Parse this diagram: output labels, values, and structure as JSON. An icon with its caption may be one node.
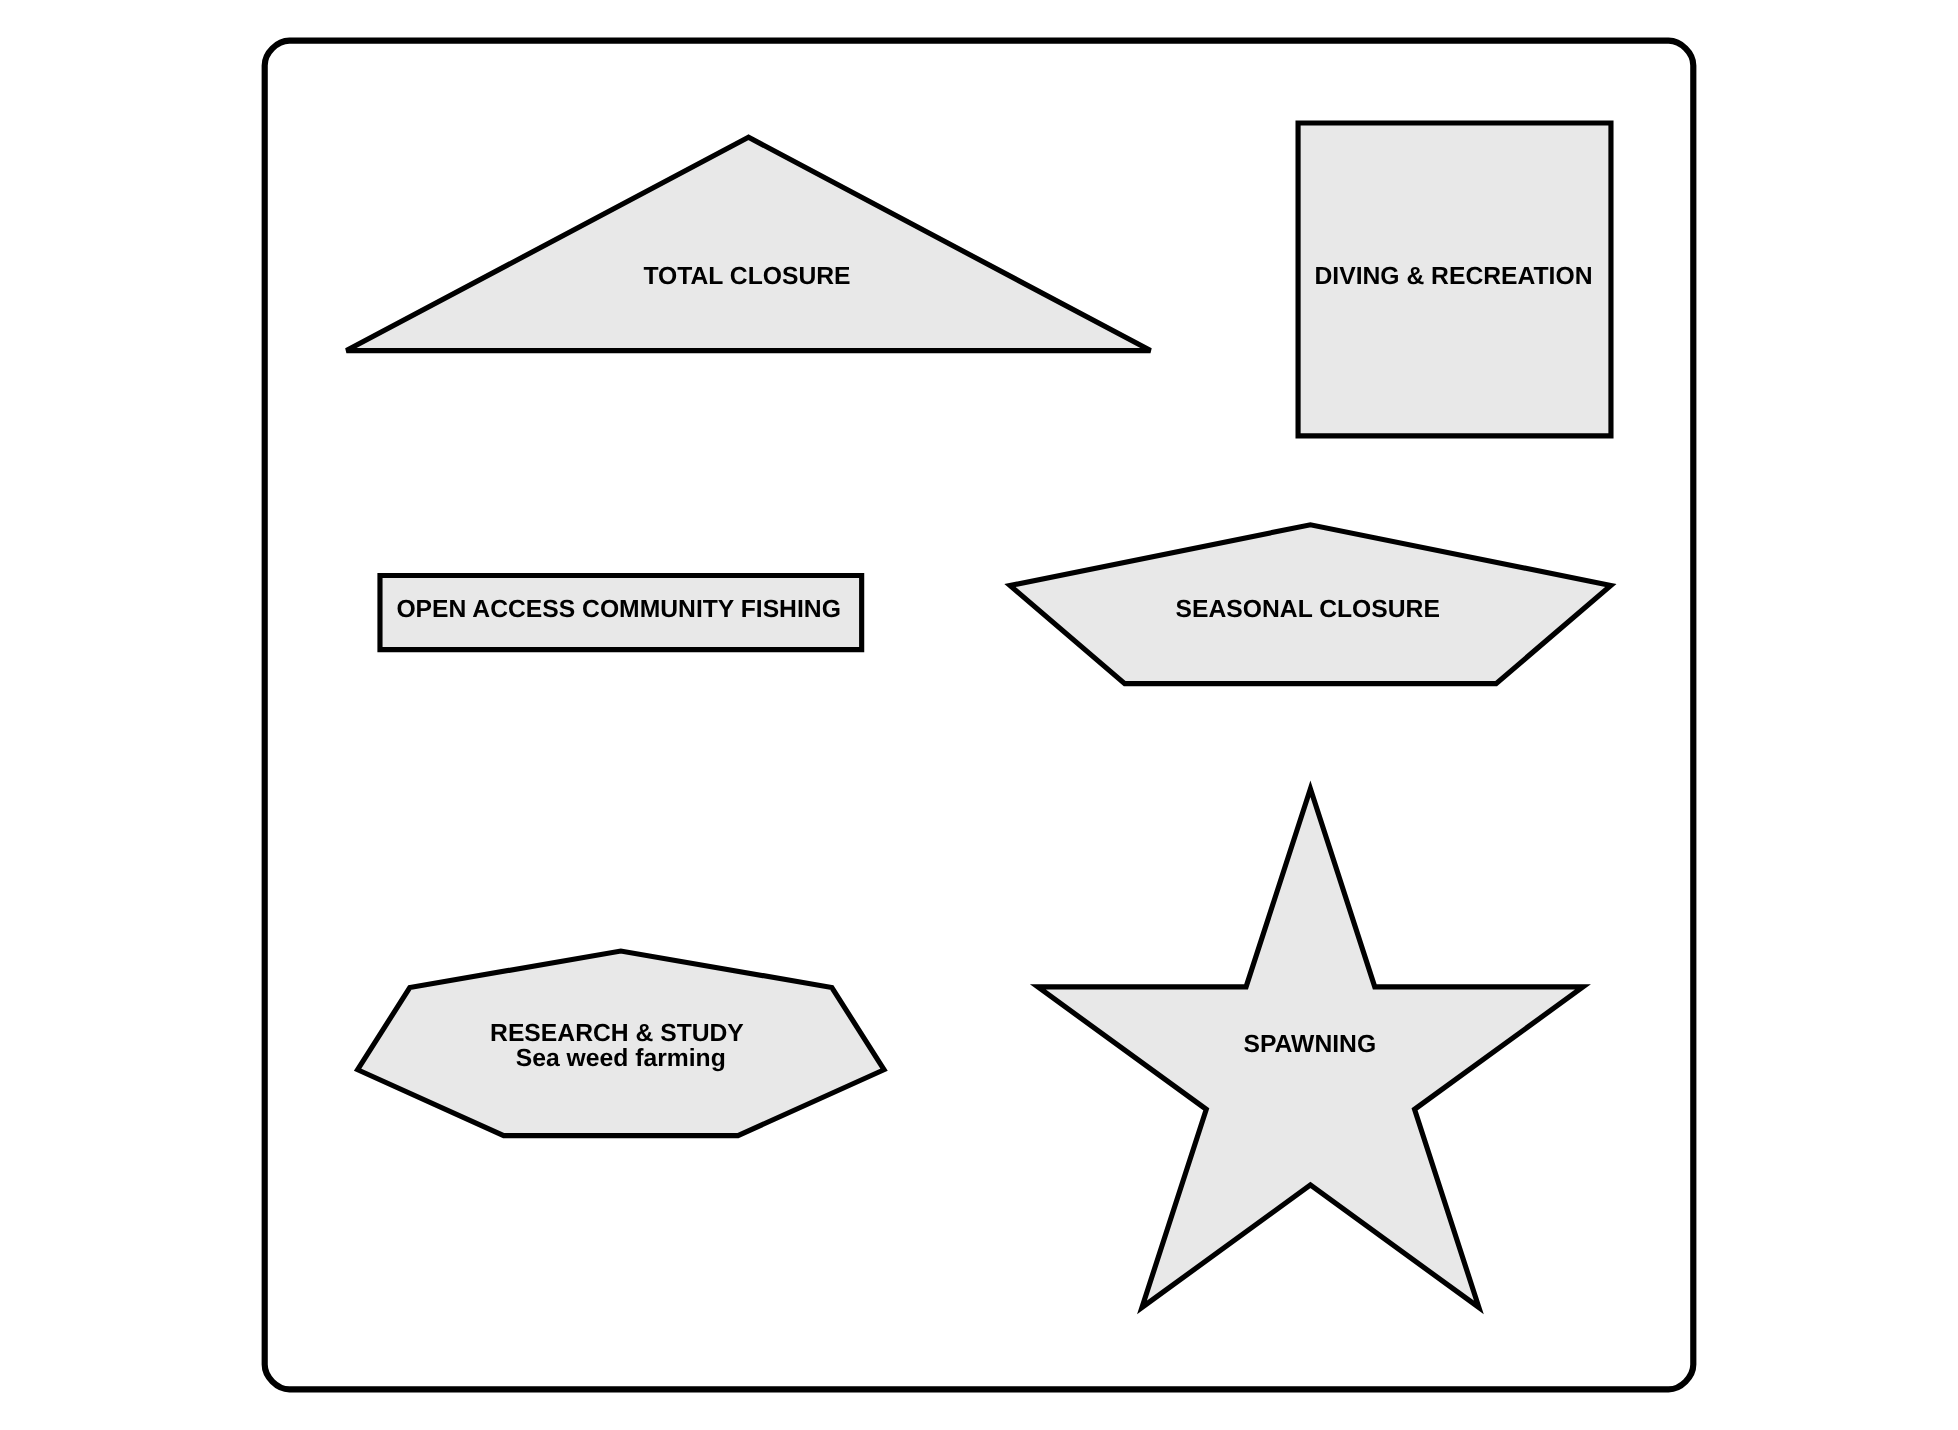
{
  "diagram": {
    "nodes": [
      {
        "text": [],
        "shape": "ellipse"
      },
      {
        "text": [
          "DIVING & RECREATION"
        ],
        "in": 0
      },
      {
        "text": [
          "TOTAL CLOSURE"
        ],
        "in": 0
      },
      {
        "text": [
          "SEASONAL CLOSURE"
        ],
        "in": 0
      },
      {
        "text": [
          "OPEN ACCESS COMMUNITY FISHING"
        ],
        "in": 0
      },
      {
        "text": [
          "SPAWNING"
        ],
        "in": 0
      },
      {
        "text": [
          "RESEARCH & STUDY",
          "Sea weed farming"
        ],
        "in": 0
      }
    ],
    "edges": []
  }
}
